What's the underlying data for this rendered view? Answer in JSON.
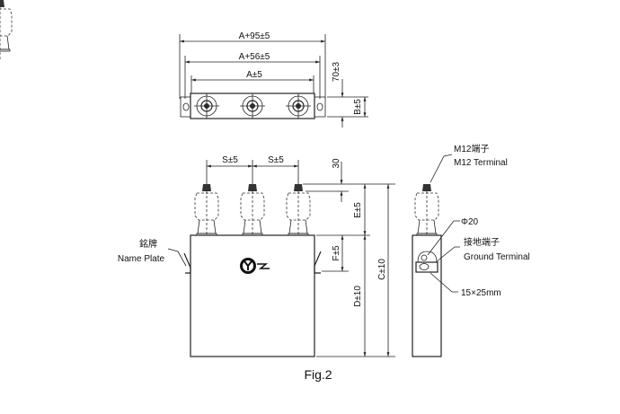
{
  "top_view": {
    "dim_overall": "A+95±5",
    "dim_mounting": "A+56±5",
    "dim_body": "A±5",
    "dim_height": "70±3",
    "dim_width": "B±5"
  },
  "front_view": {
    "spacing_1": "S±5",
    "spacing_2": "S±5",
    "dim_terminal": "30",
    "dim_bushing": "E±5",
    "dim_bracket": "F±5",
    "dim_body_height": "D±10",
    "dim_total_height": "C±10",
    "name_plate_cn": "銘牌",
    "name_plate_en": "Name Plate"
  },
  "side_view": {
    "terminal_cn": "M12端子",
    "terminal_en": "M12 Terminal",
    "hole_dia": "Φ20",
    "ground_cn": "接地端子",
    "ground_en": "Ground Terminal",
    "ground_size": "15×25mm"
  },
  "caption": "Fig.2"
}
